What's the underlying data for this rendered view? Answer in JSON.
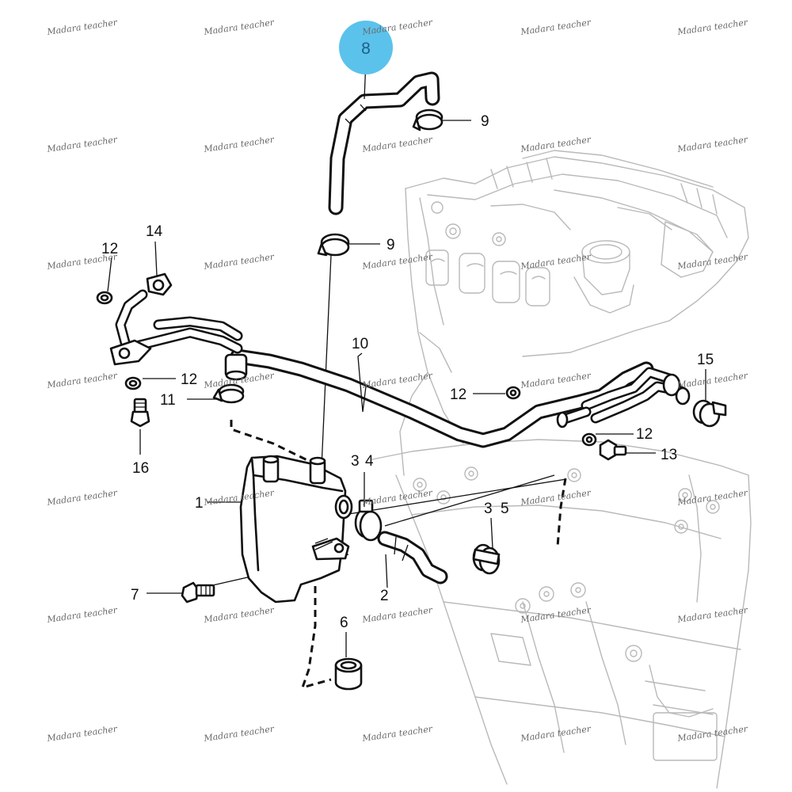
{
  "callouts": {
    "c1": "1",
    "c2": "2",
    "c3a": "3",
    "c4": "4",
    "c3b": "3",
    "c5": "5",
    "c6": "6",
    "c7": "7",
    "c8": "8",
    "c9a": "9",
    "c9b": "9",
    "c10": "10",
    "c11": "11",
    "c12a": "12",
    "c12b": "12",
    "c12c": "12",
    "c12d": "12",
    "c13": "13",
    "c14": "14",
    "c15": "15",
    "c16": "16"
  },
  "highlight": {
    "label": "8",
    "color": "#5bc2ec"
  },
  "watermark": {
    "text": "Madara teacher"
  },
  "colors": {
    "line": "#111111",
    "engine_outline": "#b9b9b9",
    "background": "#ffffff"
  }
}
